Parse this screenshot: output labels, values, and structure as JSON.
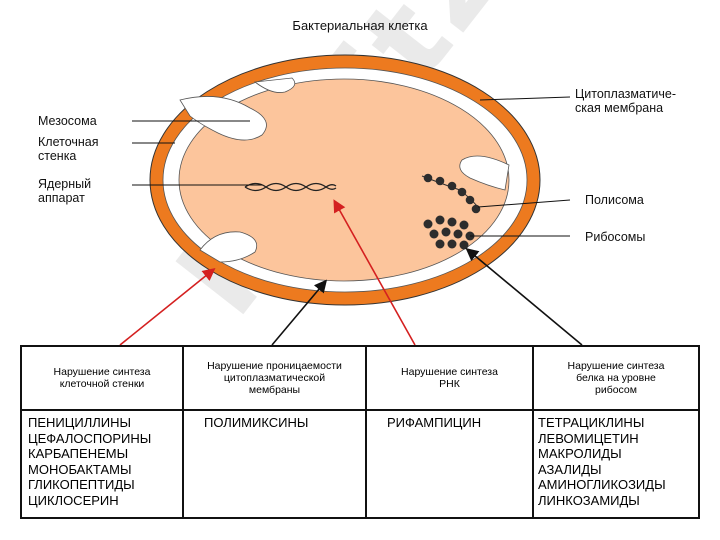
{
  "diagram": {
    "title": "Бактериальная клетка",
    "labels": {
      "mesosome": "Мезосома",
      "cell_wall": "Клеточная\nстенка",
      "nuclear": "Ядерный\nаппарат",
      "cytoplasmic_membrane": "Цитоплазматиче-\nская мембрана",
      "polysome": "Полисома",
      "ribosomes": "Рибосомы"
    },
    "colors": {
      "cell_wall": "#ed7a1f",
      "cytoplasm": "#fcc59c",
      "membrane_gap": "#ffffff",
      "ribosome": "#2d2d2d",
      "red_arrow": "#d42020",
      "black_arrow": "#111111"
    },
    "watermark": "Hiisit24"
  },
  "table": {
    "headers": [
      "Нарушение синтеза\nклеточной стенки",
      "Нарушение проницаемости\nцитоплазматической\nмембраны",
      "Нарушение синтеза\nРНК",
      "Нарушение синтеза\nбелка на уровне\nрибосом"
    ],
    "drugs": [
      "ПЕНИЦИЛЛИНЫ\nЦЕФАЛОСПОРИНЫ\nКАРБАПЕНЕМЫ\nМОНОБАКТАМЫ\nГЛИКОПЕПТИДЫ\nЦИКЛОСЕРИН",
      "ПОЛИМИКСИНЫ",
      "РИФАМПИЦИН",
      "ТЕТРАЦИКЛИНЫ\nЛЕВОМИЦЕТИН\nМАКРОЛИДЫ\nАЗАЛИДЫ\nАМИНОГЛИКОЗИДЫ\nЛИНКОЗАМИДЫ"
    ]
  }
}
